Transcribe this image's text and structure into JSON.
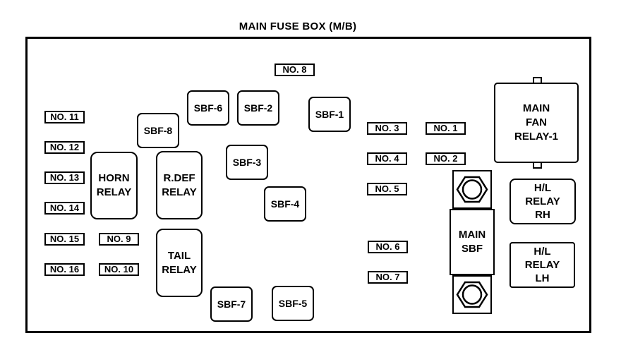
{
  "title": "MAIN FUSE BOX (M/B)",
  "fuses": {
    "no1": "NO. 1",
    "no2": "NO. 2",
    "no3": "NO. 3",
    "no4": "NO. 4",
    "no5": "NO. 5",
    "no6": "NO. 6",
    "no7": "NO. 7",
    "no8": "NO. 8",
    "no9": "NO. 9",
    "no10": "NO. 10",
    "no11": "NO. 11",
    "no12": "NO. 12",
    "no13": "NO. 13",
    "no14": "NO. 14",
    "no15": "NO. 15",
    "no16": "NO. 16"
  },
  "sbf_fuses": {
    "sbf1": "SBF-1",
    "sbf2": "SBF-2",
    "sbf3": "SBF-3",
    "sbf4": "SBF-4",
    "sbf5": "SBF-5",
    "sbf6": "SBF-6",
    "sbf7": "SBF-7",
    "sbf8": "SBF-8"
  },
  "relays": {
    "horn": [
      "HORN",
      "RELAY"
    ],
    "rdef": [
      "R.DEF",
      "RELAY"
    ],
    "tail": [
      "TAIL",
      "RELAY"
    ],
    "main_fan": [
      "MAIN",
      "FAN",
      "RELAY-1"
    ],
    "hl_rh": [
      "H/L",
      "RELAY",
      "RH"
    ],
    "hl_lh": [
      "H/L",
      "RELAY",
      "LH"
    ]
  },
  "main_sbf": {
    "lines": [
      "MAIN",
      "SBF"
    ]
  },
  "colors": {
    "line": "#000000",
    "background": "#ffffff"
  }
}
